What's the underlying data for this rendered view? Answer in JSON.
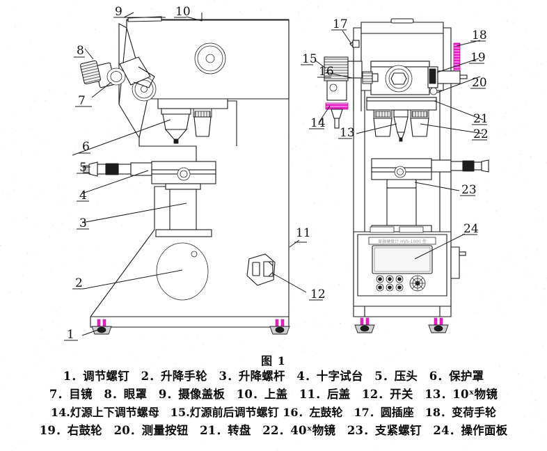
{
  "figure": {
    "caption": "图 1",
    "views": {
      "left_view_name": "front-view",
      "right_view_name": "side-view"
    },
    "panel_brand_text": "显微硬度计 HVS-1000 型",
    "callout_numbers": [
      "1",
      "2",
      "3",
      "4",
      "5",
      "6",
      "7",
      "8",
      "9",
      "10",
      "11",
      "12",
      "13",
      "14",
      "15",
      "16",
      "17",
      "18",
      "19",
      "20",
      "21",
      "22",
      "23",
      "24"
    ],
    "accent_color": "#e81ec8",
    "line_color": "#1a1a1a"
  },
  "legend": {
    "lines": [
      "1．调节螺钉　2．升降手轮　3．升降螺杆　4．十字试台　5．压头　6．保护罩",
      "7．目镜　8．眼罩　9．摄像盖板　10．上盖　11．后盖　12．开关　13．10ˣ物镜",
      "14.灯源上下调节螺母　15.灯源前后调节螺钉 16．左鼓轮　17．圆插座　18．变荷手轮",
      "19．右鼓轮　20．测量按钮　21．转盘　22．40ˣ物镜　23．支紧螺钉　24．操作面板"
    ],
    "items": [
      {
        "num": "1",
        "label": "调节螺钉"
      },
      {
        "num": "2",
        "label": "升降手轮"
      },
      {
        "num": "3",
        "label": "升降螺杆"
      },
      {
        "num": "4",
        "label": "十字试台"
      },
      {
        "num": "5",
        "label": "压头"
      },
      {
        "num": "6",
        "label": "保护罩"
      },
      {
        "num": "7",
        "label": "目镜"
      },
      {
        "num": "8",
        "label": "眼罩"
      },
      {
        "num": "9",
        "label": "摄像盖板"
      },
      {
        "num": "10",
        "label": "上盖"
      },
      {
        "num": "11",
        "label": "后盖"
      },
      {
        "num": "12",
        "label": "开关"
      },
      {
        "num": "13",
        "label": "10ˣ物镜"
      },
      {
        "num": "14",
        "label": "灯源上下调节螺母"
      },
      {
        "num": "15",
        "label": "灯源前后调节螺钉"
      },
      {
        "num": "16",
        "label": "左鼓轮"
      },
      {
        "num": "17",
        "label": "圆插座"
      },
      {
        "num": "18",
        "label": "变荷手轮"
      },
      {
        "num": "19",
        "label": "右鼓轮"
      },
      {
        "num": "20",
        "label": "测量按钮"
      },
      {
        "num": "21",
        "label": "转盘"
      },
      {
        "num": "22",
        "label": "40ˣ物镜"
      },
      {
        "num": "23",
        "label": "支紧螺钉"
      },
      {
        "num": "24",
        "label": "操作面板"
      }
    ]
  }
}
